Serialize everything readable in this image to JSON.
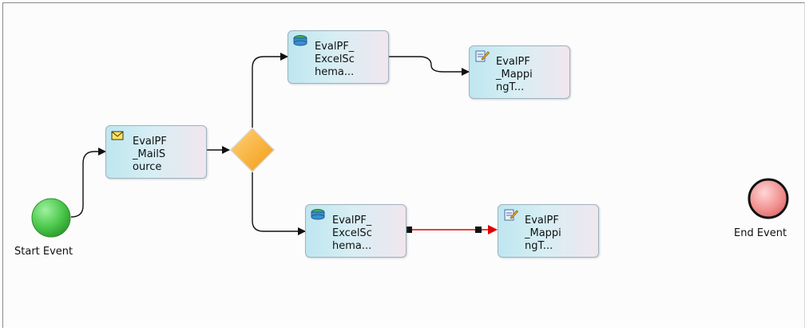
{
  "start_event": {
    "label": "Start Event"
  },
  "end_event": {
    "label": "End Event"
  },
  "tasks": {
    "mail_source": {
      "label": "EvalPF\n_MailS\nource",
      "icon": "envelope-icon"
    },
    "excel_schema_top": {
      "label": "EvalPF_\nExcelSc\nhema...",
      "icon": "database-icon"
    },
    "mapping_top": {
      "label": "EvalPF\n_Mappi\nngT...",
      "icon": "notepad-pencil-icon"
    },
    "excel_schema_bottom": {
      "label": "EvalPF_\nExcelSc\nhema...",
      "icon": "database-icon"
    },
    "mapping_bottom": {
      "label": "EvalPF\n_Mappi\nngT...",
      "icon": "notepad-pencil-icon"
    }
  },
  "gateway": {
    "icon": "exclusive-gateway-diamond"
  },
  "colors": {
    "start": "#4cc94c",
    "end": "#f08a8a",
    "gateway": "#f5a623",
    "selected_flow": "#e00000",
    "flow": "#111111"
  }
}
